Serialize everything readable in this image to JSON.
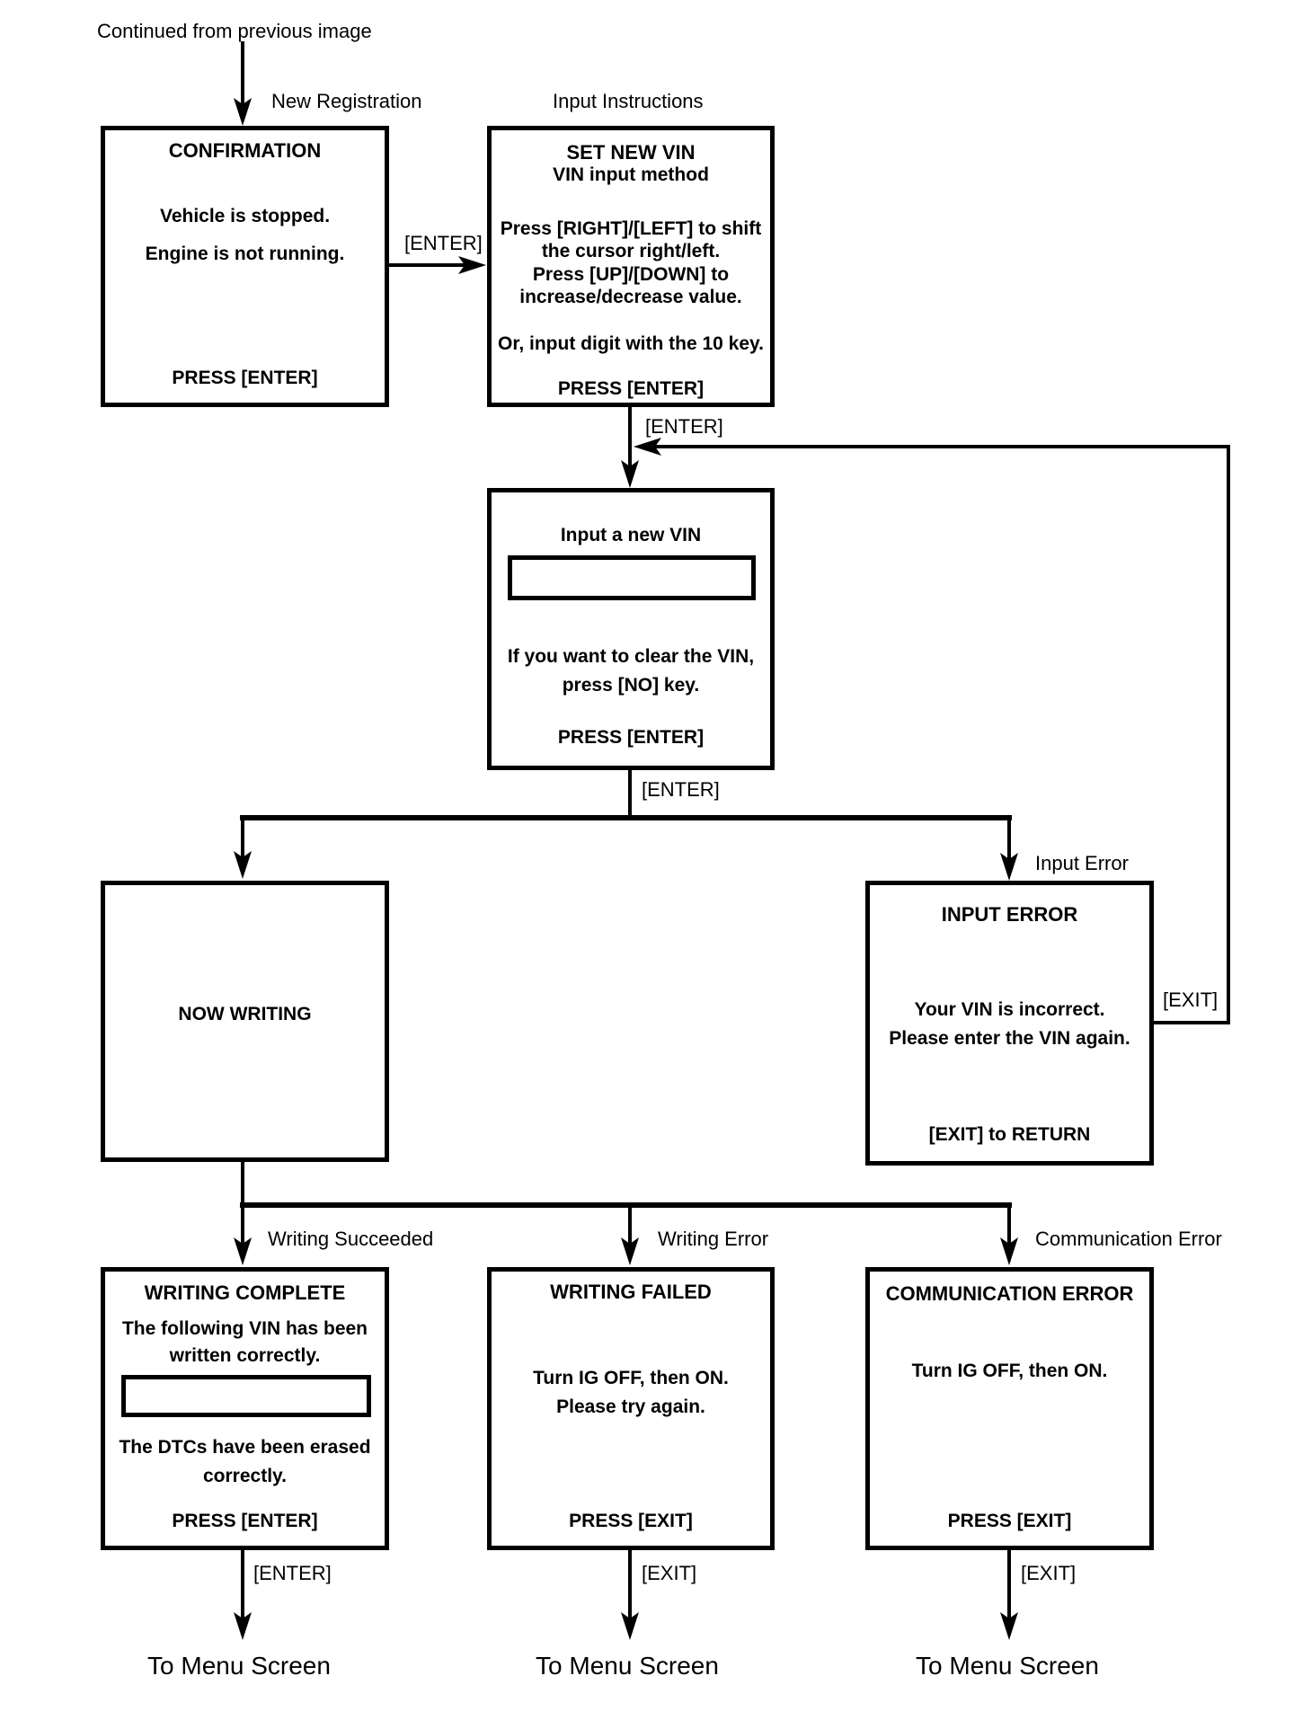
{
  "colors": {
    "ink": "#000000",
    "background": "#ffffff"
  },
  "header": {
    "continued_from": "Continued from previous image"
  },
  "branch_labels": {
    "new_registration": "New Registration",
    "input_instructions": "Input Instructions",
    "input_error": "Input Error",
    "writing_succeeded": "Writing Succeeded",
    "writing_error": "Writing Error",
    "communication_error": "Communication Error"
  },
  "edge_labels": {
    "enter_confirmation": "[ENTER]",
    "enter_instructions": "[ENTER]",
    "enter_vin_input": "[ENTER]",
    "exit_input_error": "[EXIT]",
    "enter_writing_complete": "[ENTER]",
    "exit_writing_failed": "[EXIT]",
    "exit_communication_error": "[EXIT]"
  },
  "screens": {
    "confirmation": {
      "title": "CONFIRMATION",
      "body_line1": "Vehicle is stopped.",
      "body_line2": "Engine is not running.",
      "footer": "PRESS [ENTER]"
    },
    "set_new_vin": {
      "title_line1": "SET NEW VIN",
      "title_line2": "VIN input method",
      "instr_line1": "Press [RIGHT]/[LEFT] to shift",
      "instr_line2": "the cursor right/left.",
      "instr_line3": "Press [UP]/[DOWN] to",
      "instr_line4": "increase/decrease value.",
      "instr_line5": "Or, input digit with the 10 key.",
      "footer": "PRESS [ENTER]"
    },
    "input_new_vin": {
      "title": "Input a new VIN",
      "vin_field_value": "",
      "body_line1": "If you want to clear the VIN,",
      "body_line2": "press [NO] key.",
      "footer": "PRESS [ENTER]"
    },
    "now_writing": {
      "title": "NOW WRITING"
    },
    "input_error": {
      "title": "INPUT ERROR",
      "body_line1": "Your VIN is incorrect.",
      "body_line2": "Please enter the VIN again.",
      "footer": "[EXIT] to RETURN"
    },
    "writing_complete": {
      "title": "WRITING COMPLETE",
      "body_line1": "The following VIN has been",
      "body_line2": "written correctly.",
      "vin_field_value": "",
      "body_line3": "The DTCs have been erased",
      "body_line4": "correctly.",
      "footer": "PRESS [ENTER]"
    },
    "writing_failed": {
      "title": "WRITING FAILED",
      "body_line1": "Turn IG OFF, then ON.",
      "body_line2": "Please try again.",
      "footer": "PRESS [EXIT]"
    },
    "communication_error": {
      "title": "COMMUNICATION ERROR",
      "body_line1": "Turn IG OFF, then ON.",
      "footer": "PRESS [EXIT]"
    }
  },
  "exits": {
    "menu_left": "To Menu Screen",
    "menu_middle": "To Menu Screen",
    "menu_right": "To Menu Screen"
  }
}
